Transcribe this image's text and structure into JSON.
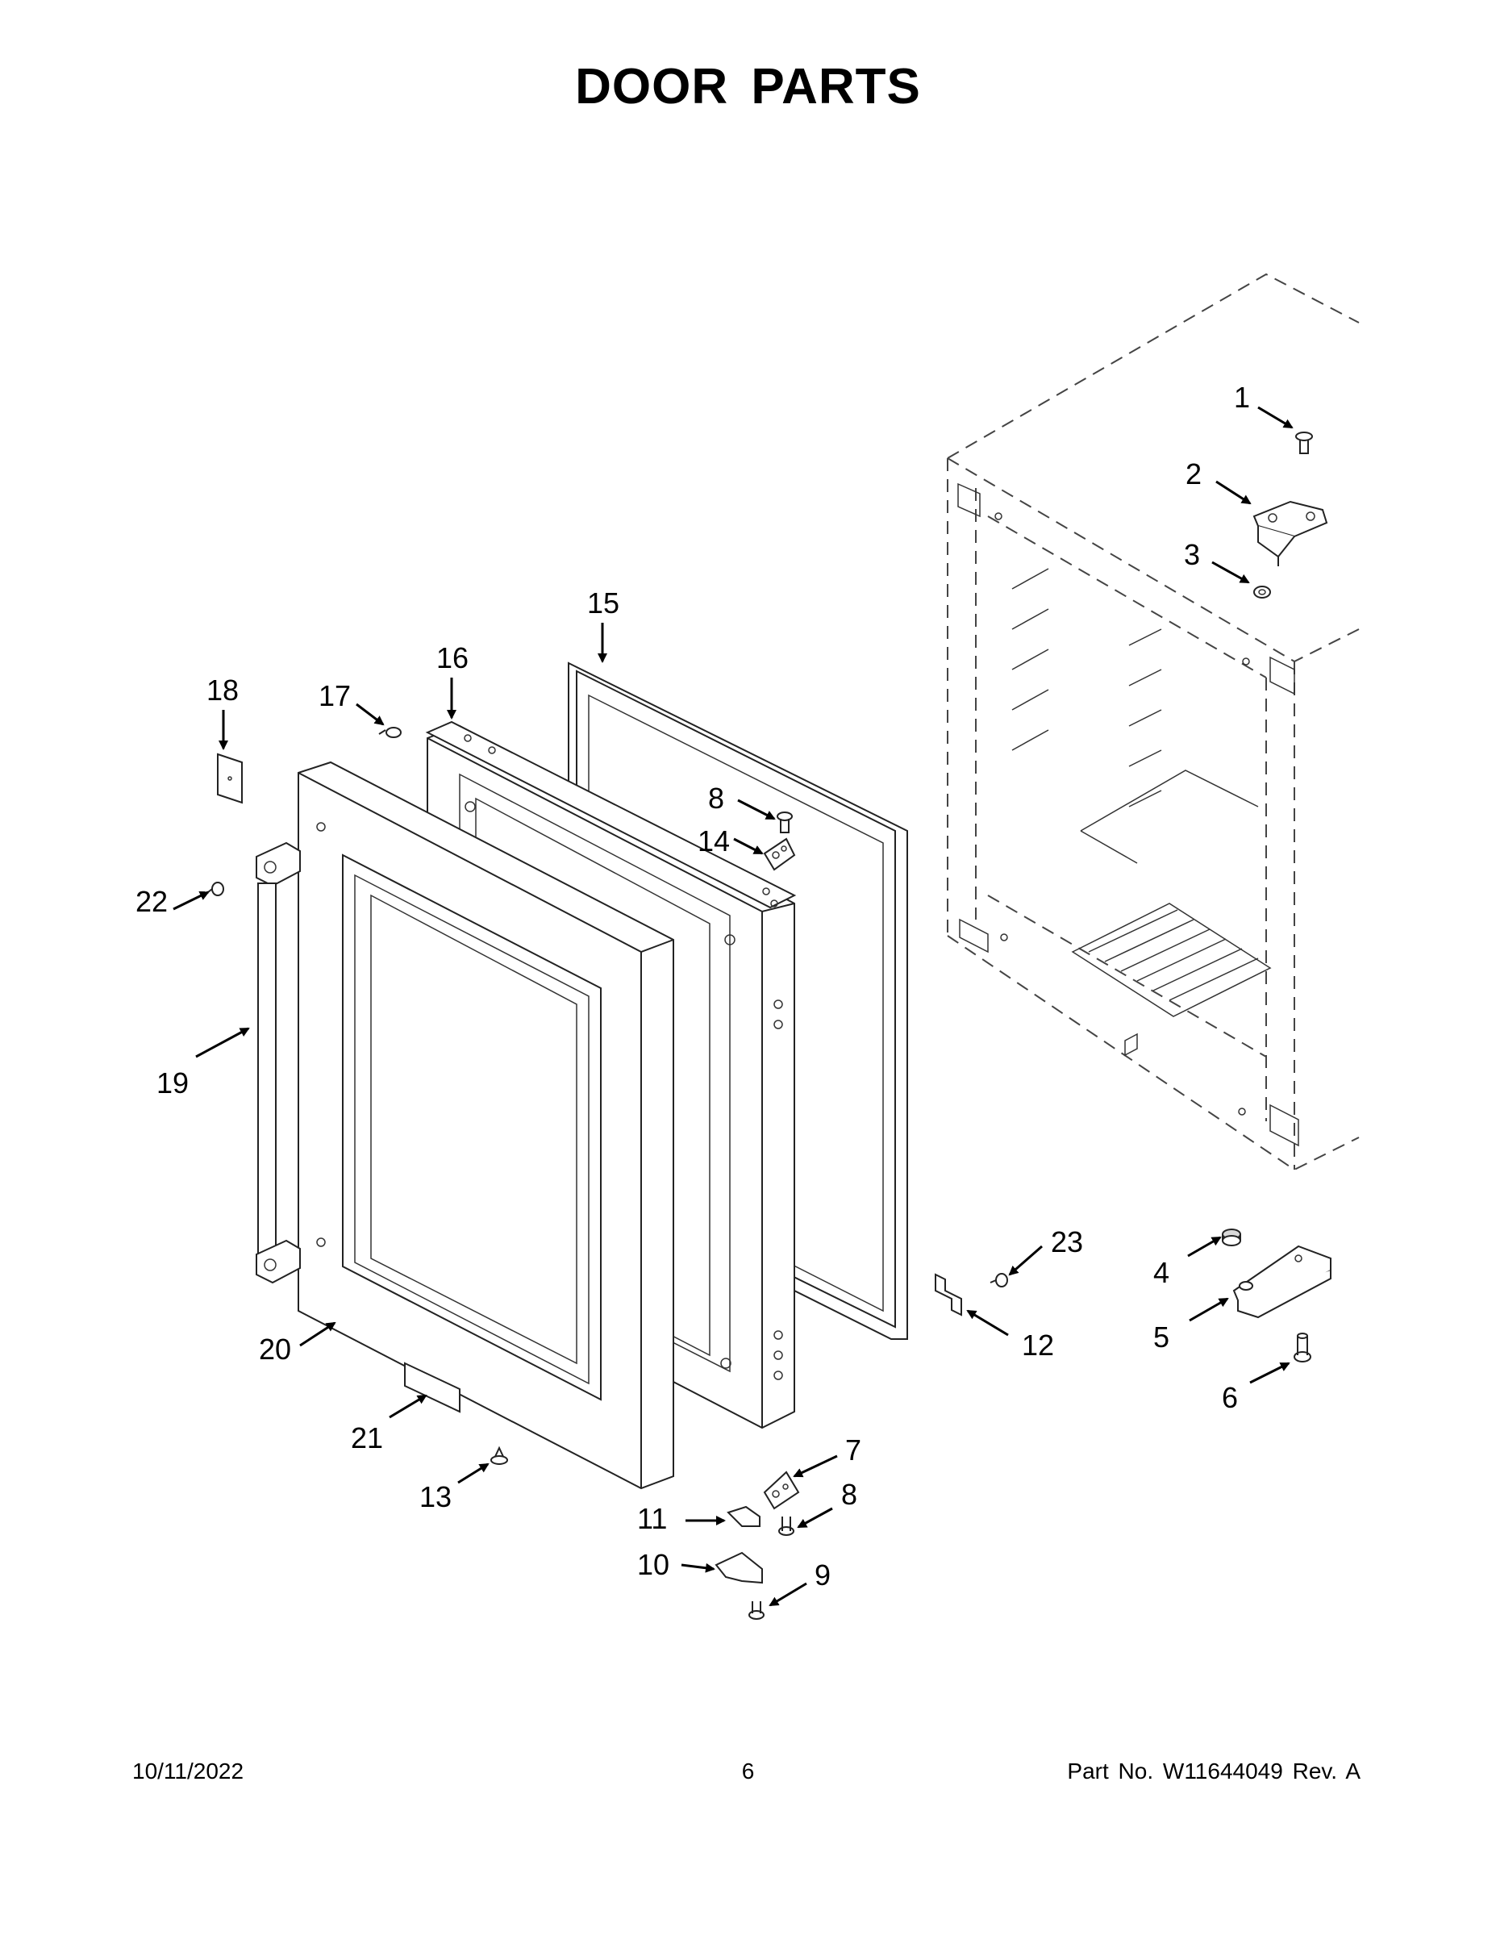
{
  "title": "DOOR PARTS",
  "footer": {
    "date": "10/11/2022",
    "page": "6",
    "part": "Part No.  W11644049  Rev.  A"
  },
  "callouts": {
    "c1": "1",
    "c2": "2",
    "c3": "3",
    "c4": "4",
    "c5": "5",
    "c6": "6",
    "c7": "7",
    "c8a": "8",
    "c8b": "8",
    "c9": "9",
    "c10": "10",
    "c11": "11",
    "c12": "12",
    "c13": "13",
    "c14": "14",
    "c15": "15",
    "c16": "16",
    "c17": "17",
    "c18": "18",
    "c19": "19",
    "c20": "20",
    "c21": "21",
    "c22": "22",
    "c23": "23"
  }
}
